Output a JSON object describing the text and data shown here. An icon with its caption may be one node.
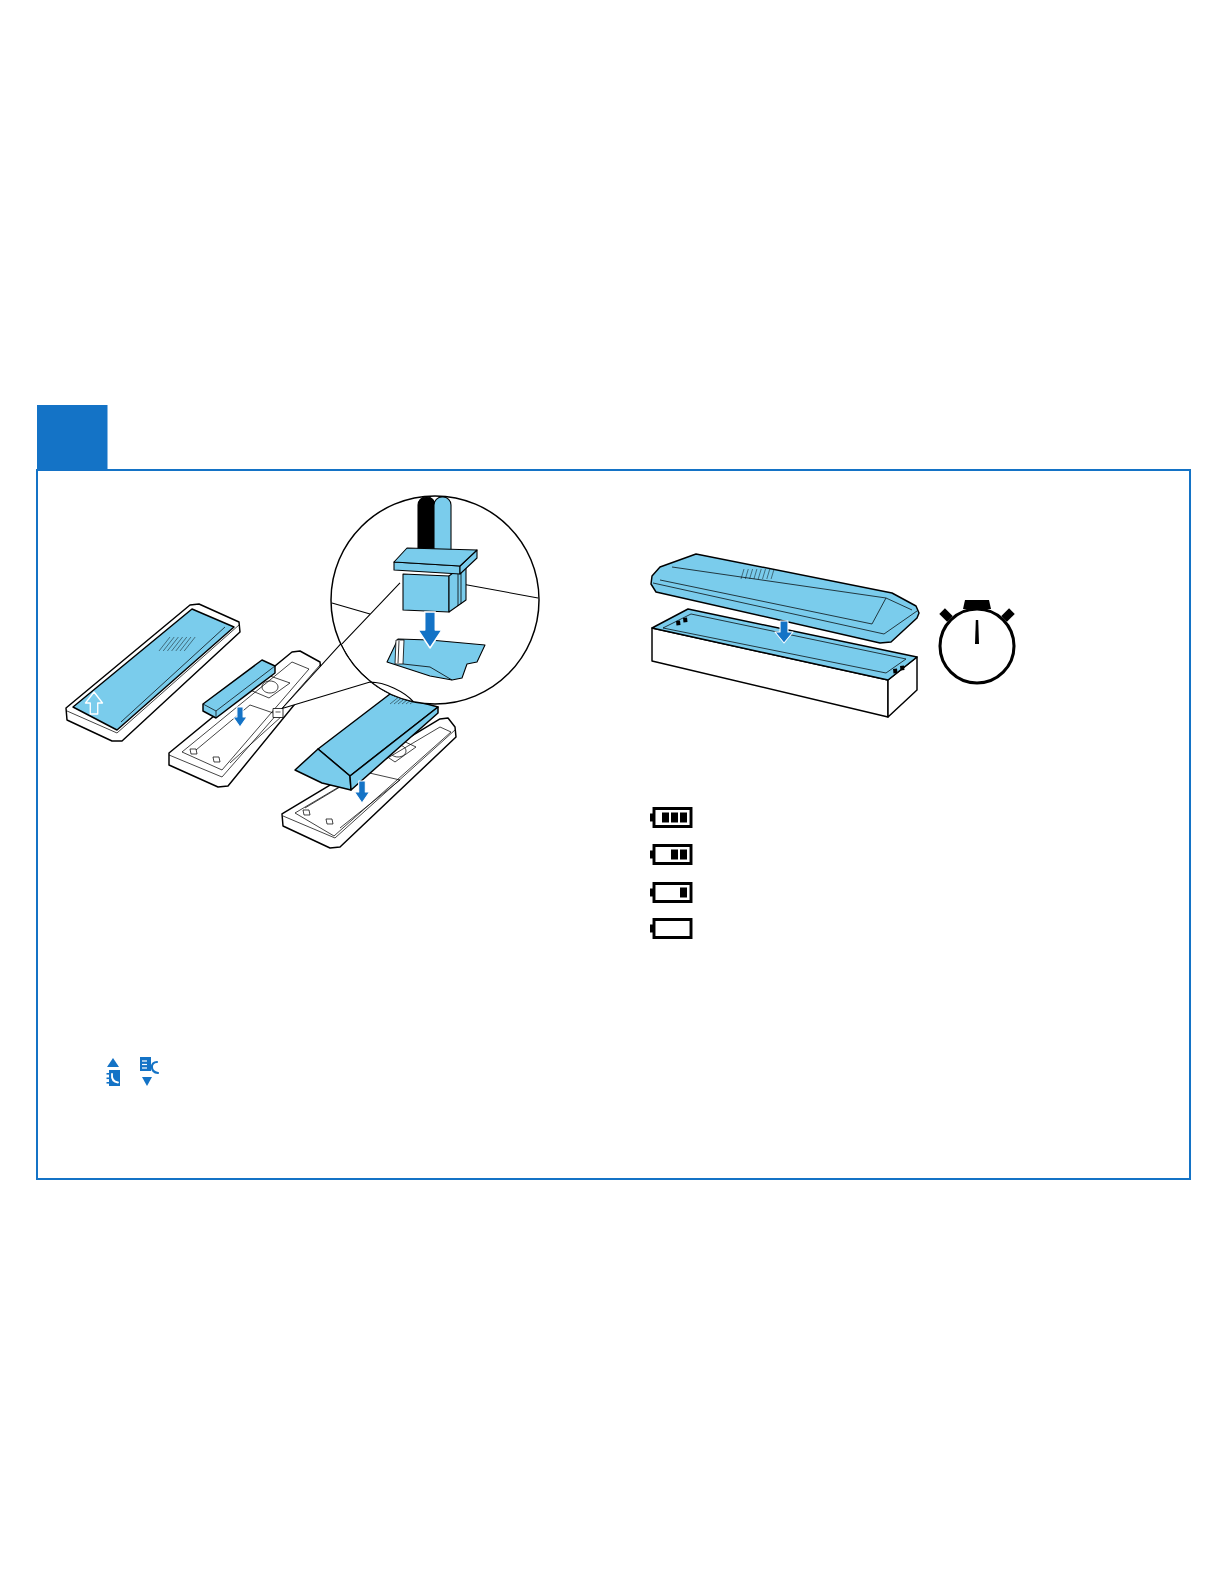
{
  "diagram": {
    "nodes": [
      {
        "text": [],
        "shape": "picture"
      },
      {
        "text": [],
        "shape": "circle"
      }
    ],
    "edges": [
      {
        "from": 0,
        "to": 1,
        "arrow": "none"
      }
    ]
  }
}
